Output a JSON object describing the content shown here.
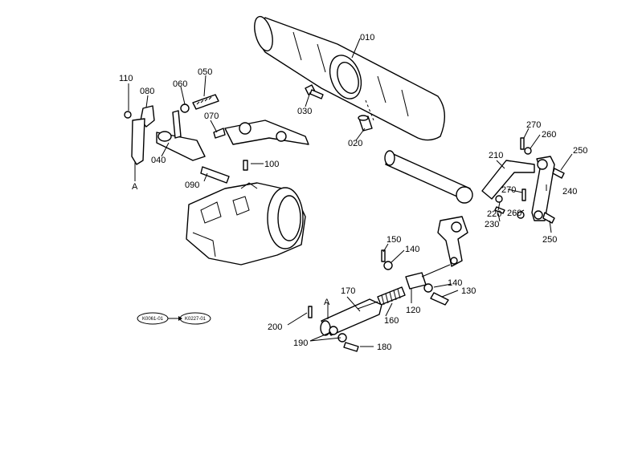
{
  "labels": {
    "p010": "010",
    "p020": "020",
    "p030": "030",
    "p040": "040",
    "p050": "050",
    "p060": "060",
    "p070": "070",
    "p080": "080",
    "p090": "090",
    "p100": "100",
    "p110": "110",
    "p120": "120",
    "p130": "130",
    "p140a": "140",
    "p140b": "140",
    "p150": "150",
    "p160": "160",
    "p170": "170",
    "p180": "180",
    "p190": "190",
    "p200": "200",
    "p210": "210",
    "p220": "220",
    "p230": "230",
    "p240": "240",
    "p250a": "250",
    "p250b": "250",
    "p260a": "260",
    "p260b": "260",
    "p270a": "270",
    "p270b": "270",
    "markA1": "A",
    "markA2": "A"
  },
  "refs": {
    "ref1": "K0061-01",
    "ref2": "K0227-01"
  }
}
